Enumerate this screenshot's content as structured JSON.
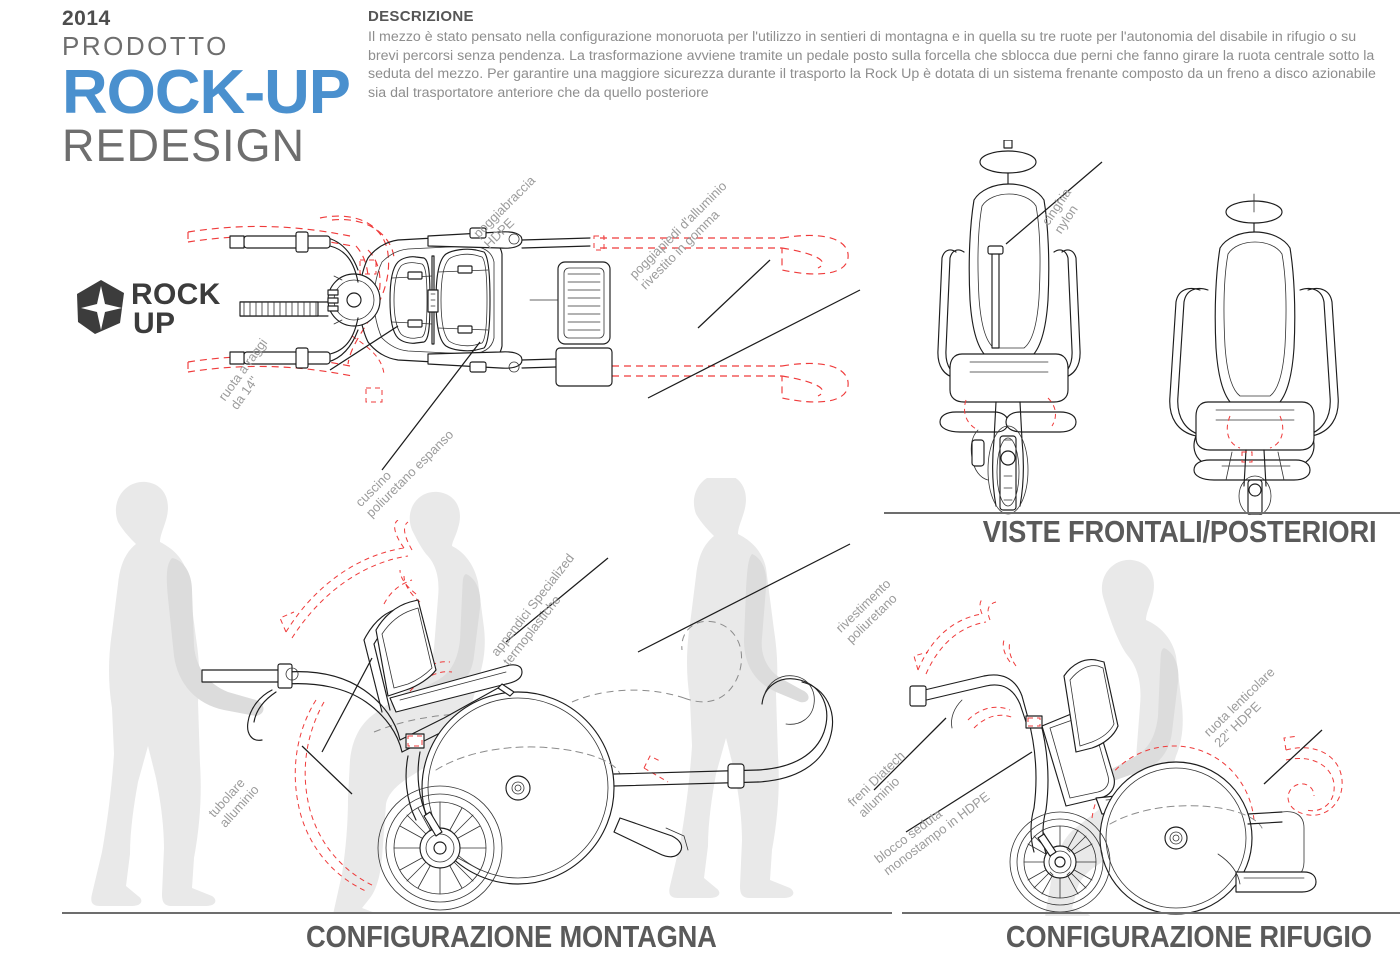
{
  "header": {
    "year": "2014",
    "category": "PRODOTTO",
    "product_name": "ROCK-UP",
    "subtitle": "REDESIGN",
    "accent_color": "#4a90ce"
  },
  "description": {
    "heading": "DESCRIZIONE",
    "body": "Il mezzo è stato pensato nella configurazione monoruota per l'utilizzo in sentieri di montagna e in quella su tre ruote per l'autonomia del disabile in rifugio o su brevi percorsi senza pendenza. La trasformazione avviene tramite un pedale posto sulla forcella che sblocca due perni che fanno girare la ruota centrale sotto la seduta del mezzo. Per garantire una maggiore sicurezza durante il trasporto la Rock Up è dotata di un sistema frenante composto da un freno a disco azionabile sia dal trasportatore anteriore che da quello posteriore"
  },
  "logo": {
    "icon": "rock-star-icon",
    "line1": "ROCK",
    "line2": "UP"
  },
  "sections": {
    "front_views": "VISTE FRONTALI/POSTERIORI",
    "mountain": "CONFIGURAZIONE MONTAGNA",
    "refuge": "CONFIGURAZIONE RIFUGIO"
  },
  "callouts": {
    "top_view": [
      {
        "id": "armrest",
        "line1": "poggiabraccia",
        "line2": "HDPE"
      },
      {
        "id": "footrest",
        "line1": "poggiapiedi d'alluminio",
        "line2": "rivestito in gomma"
      },
      {
        "id": "spoke-wheel",
        "line1": "ruota a raggi",
        "line2": "da 14\""
      },
      {
        "id": "cushion",
        "line1": "cuscino",
        "line2": "poliuretano espanso"
      }
    ],
    "front_views": [
      {
        "id": "strap",
        "line1": "cinghia",
        "line2": "nylon"
      }
    ],
    "mountain": [
      {
        "id": "grips",
        "line1": "appendici Specialized",
        "line2": "termoplastiche"
      },
      {
        "id": "tube",
        "line1": "tubolare",
        "line2": "alluminio"
      },
      {
        "id": "coating",
        "line1": "rivestimento",
        "line2": "poliuretano"
      }
    ],
    "refuge": [
      {
        "id": "brakes",
        "line1": "freni Diatech",
        "line2": "alluminio"
      },
      {
        "id": "seat-block",
        "line1": "blocco seduta",
        "line2": "monostampo  in HDPE"
      },
      {
        "id": "disc-wheel",
        "line1": "ruota lenticolare",
        "line2": "22\" HDPE"
      }
    ]
  }
}
